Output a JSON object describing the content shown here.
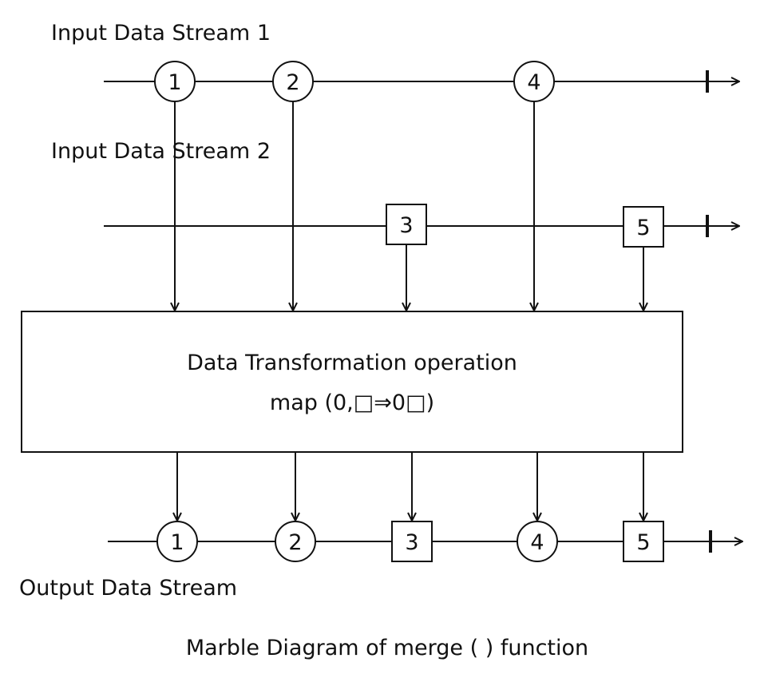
{
  "labels": {
    "input_stream_1": "Input Data Stream 1",
    "input_stream_2": "Input Data Stream 2",
    "output_stream": "Output Data Stream",
    "caption": "Marble Diagram of merge ( ) function"
  },
  "operator": {
    "title": "Data Transformation operation",
    "expression": "map (0,□⇒0□)"
  },
  "streams": {
    "input1": [
      {
        "label": "1",
        "shape": "circle"
      },
      {
        "label": "2",
        "shape": "circle"
      },
      {
        "label": "4",
        "shape": "circle"
      }
    ],
    "input2": [
      {
        "label": "3",
        "shape": "square"
      },
      {
        "label": "5",
        "shape": "square"
      }
    ],
    "output": [
      {
        "label": "1",
        "shape": "circle"
      },
      {
        "label": "2",
        "shape": "circle"
      },
      {
        "label": "3",
        "shape": "square"
      },
      {
        "label": "4",
        "shape": "circle"
      },
      {
        "label": "5",
        "shape": "square"
      }
    ]
  }
}
